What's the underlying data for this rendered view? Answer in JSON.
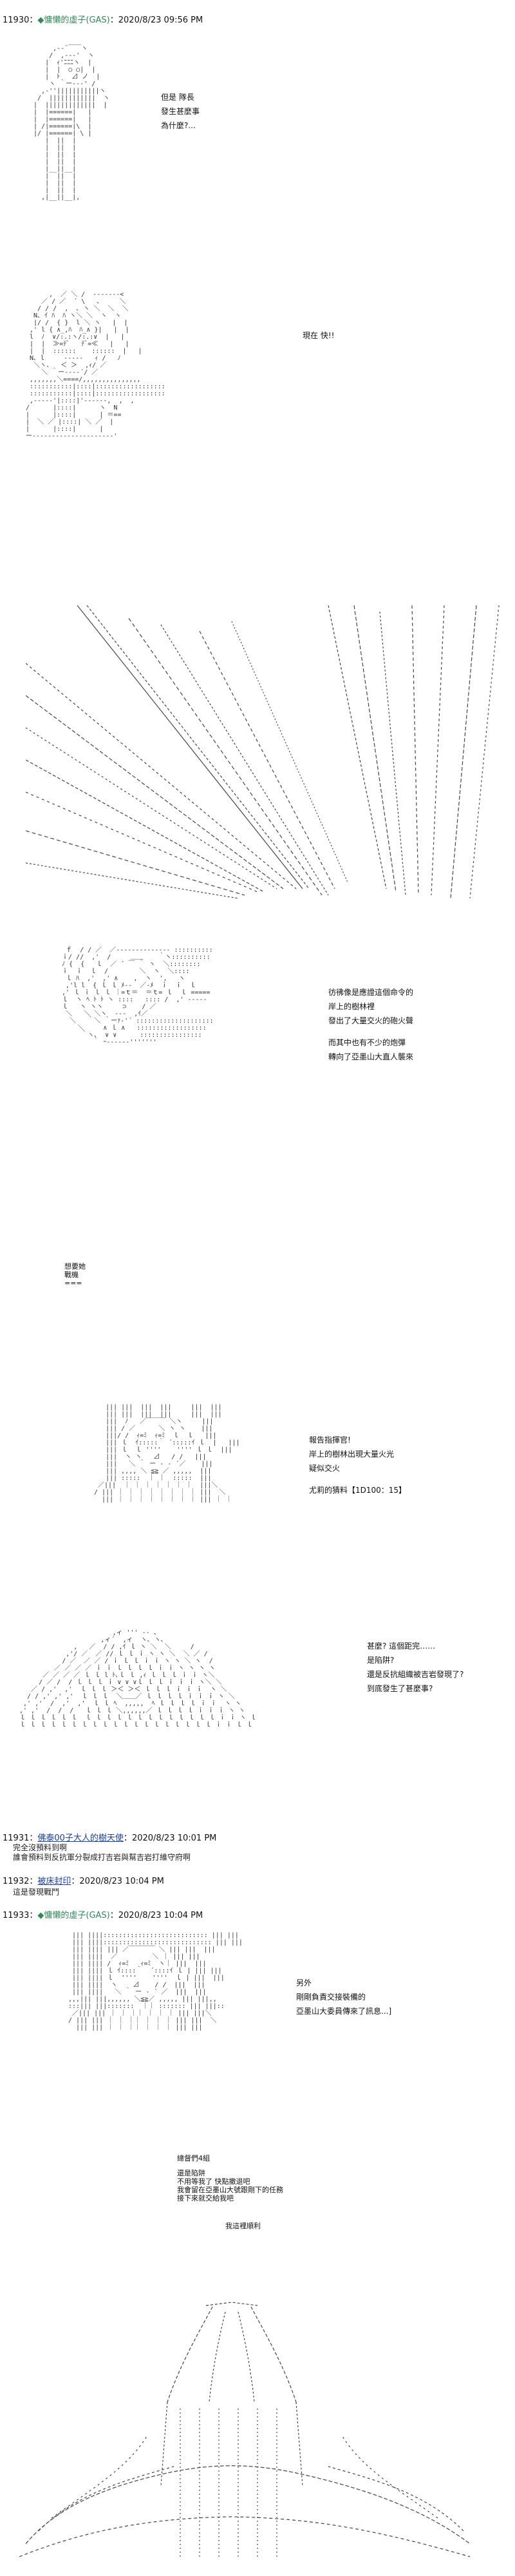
{
  "posts": [
    {
      "id": "11930",
      "author": "◆慵懶的虛子(GAS)",
      "timestamp": "2020/8/23 09:56 PM",
      "panels": [
        {
          "lines": [
            "但是 隊長",
            "發生甚麼事",
            "為什麼?..."
          ]
        },
        {
          "lines": [
            "現在 快!!"
          ]
        },
        {
          "lines": []
        },
        {
          "lines": [
            "彷彿像是應證這個命令的",
            "岸上的樹林裡",
            "發出了大量交火的砲火聲",
            "",
            "而其中也有不少的炮彈",
            "轉向了亞墨山大直人襲來"
          ]
        },
        {
          "lines": [
            "想要她",
            "戰機",
            "==="
          ]
        },
        {
          "lines": [
            "報告指揮官!",
            "岸上的樹林出現大量火光",
            "疑似交火",
            "",
            "尤莉的猜料【1D100：15】"
          ]
        },
        {
          "lines": [
            "甚麼? 這個距完……",
            "是陷阱?",
            "還是反抗組織被吉岩發現了?",
            "到底發生了甚麼事?"
          ]
        }
      ]
    },
    {
      "id": "11931",
      "author": "佛泰00子大人的樹天使",
      "timestamp": "2020/8/23 10:01 PM",
      "lines": [
        "完全沒預料到啊",
        "誰會預料到反抗軍分裂成打吉岩與幫吉岩打維守府啊"
      ]
    },
    {
      "id": "11932",
      "author": "被床封印",
      "timestamp": "2020/8/23 10:04 PM",
      "lines": [
        "這是發現戰鬥"
      ]
    },
    {
      "id": "11933",
      "author": "◆慵懶的虛子(GAS)",
      "timestamp": "2020/8/23 10:04 PM",
      "panels": [
        {
          "lines": [
            "另外",
            "剛剛負責交接裝備的",
            "亞墨山大委員傳來了訊息...]"
          ]
        },
        {
          "lines": [
            "總督們4組",
            "還是陷阱",
            "不用等我了 快點撤退吧",
            "我會留在亞墨山大號跟剛下的任務",
            "接下來就交給我吧"
          ]
        },
        {
          "lines": [
            "我這裡順利"
          ]
        }
      ]
    }
  ],
  "separator": "："
}
